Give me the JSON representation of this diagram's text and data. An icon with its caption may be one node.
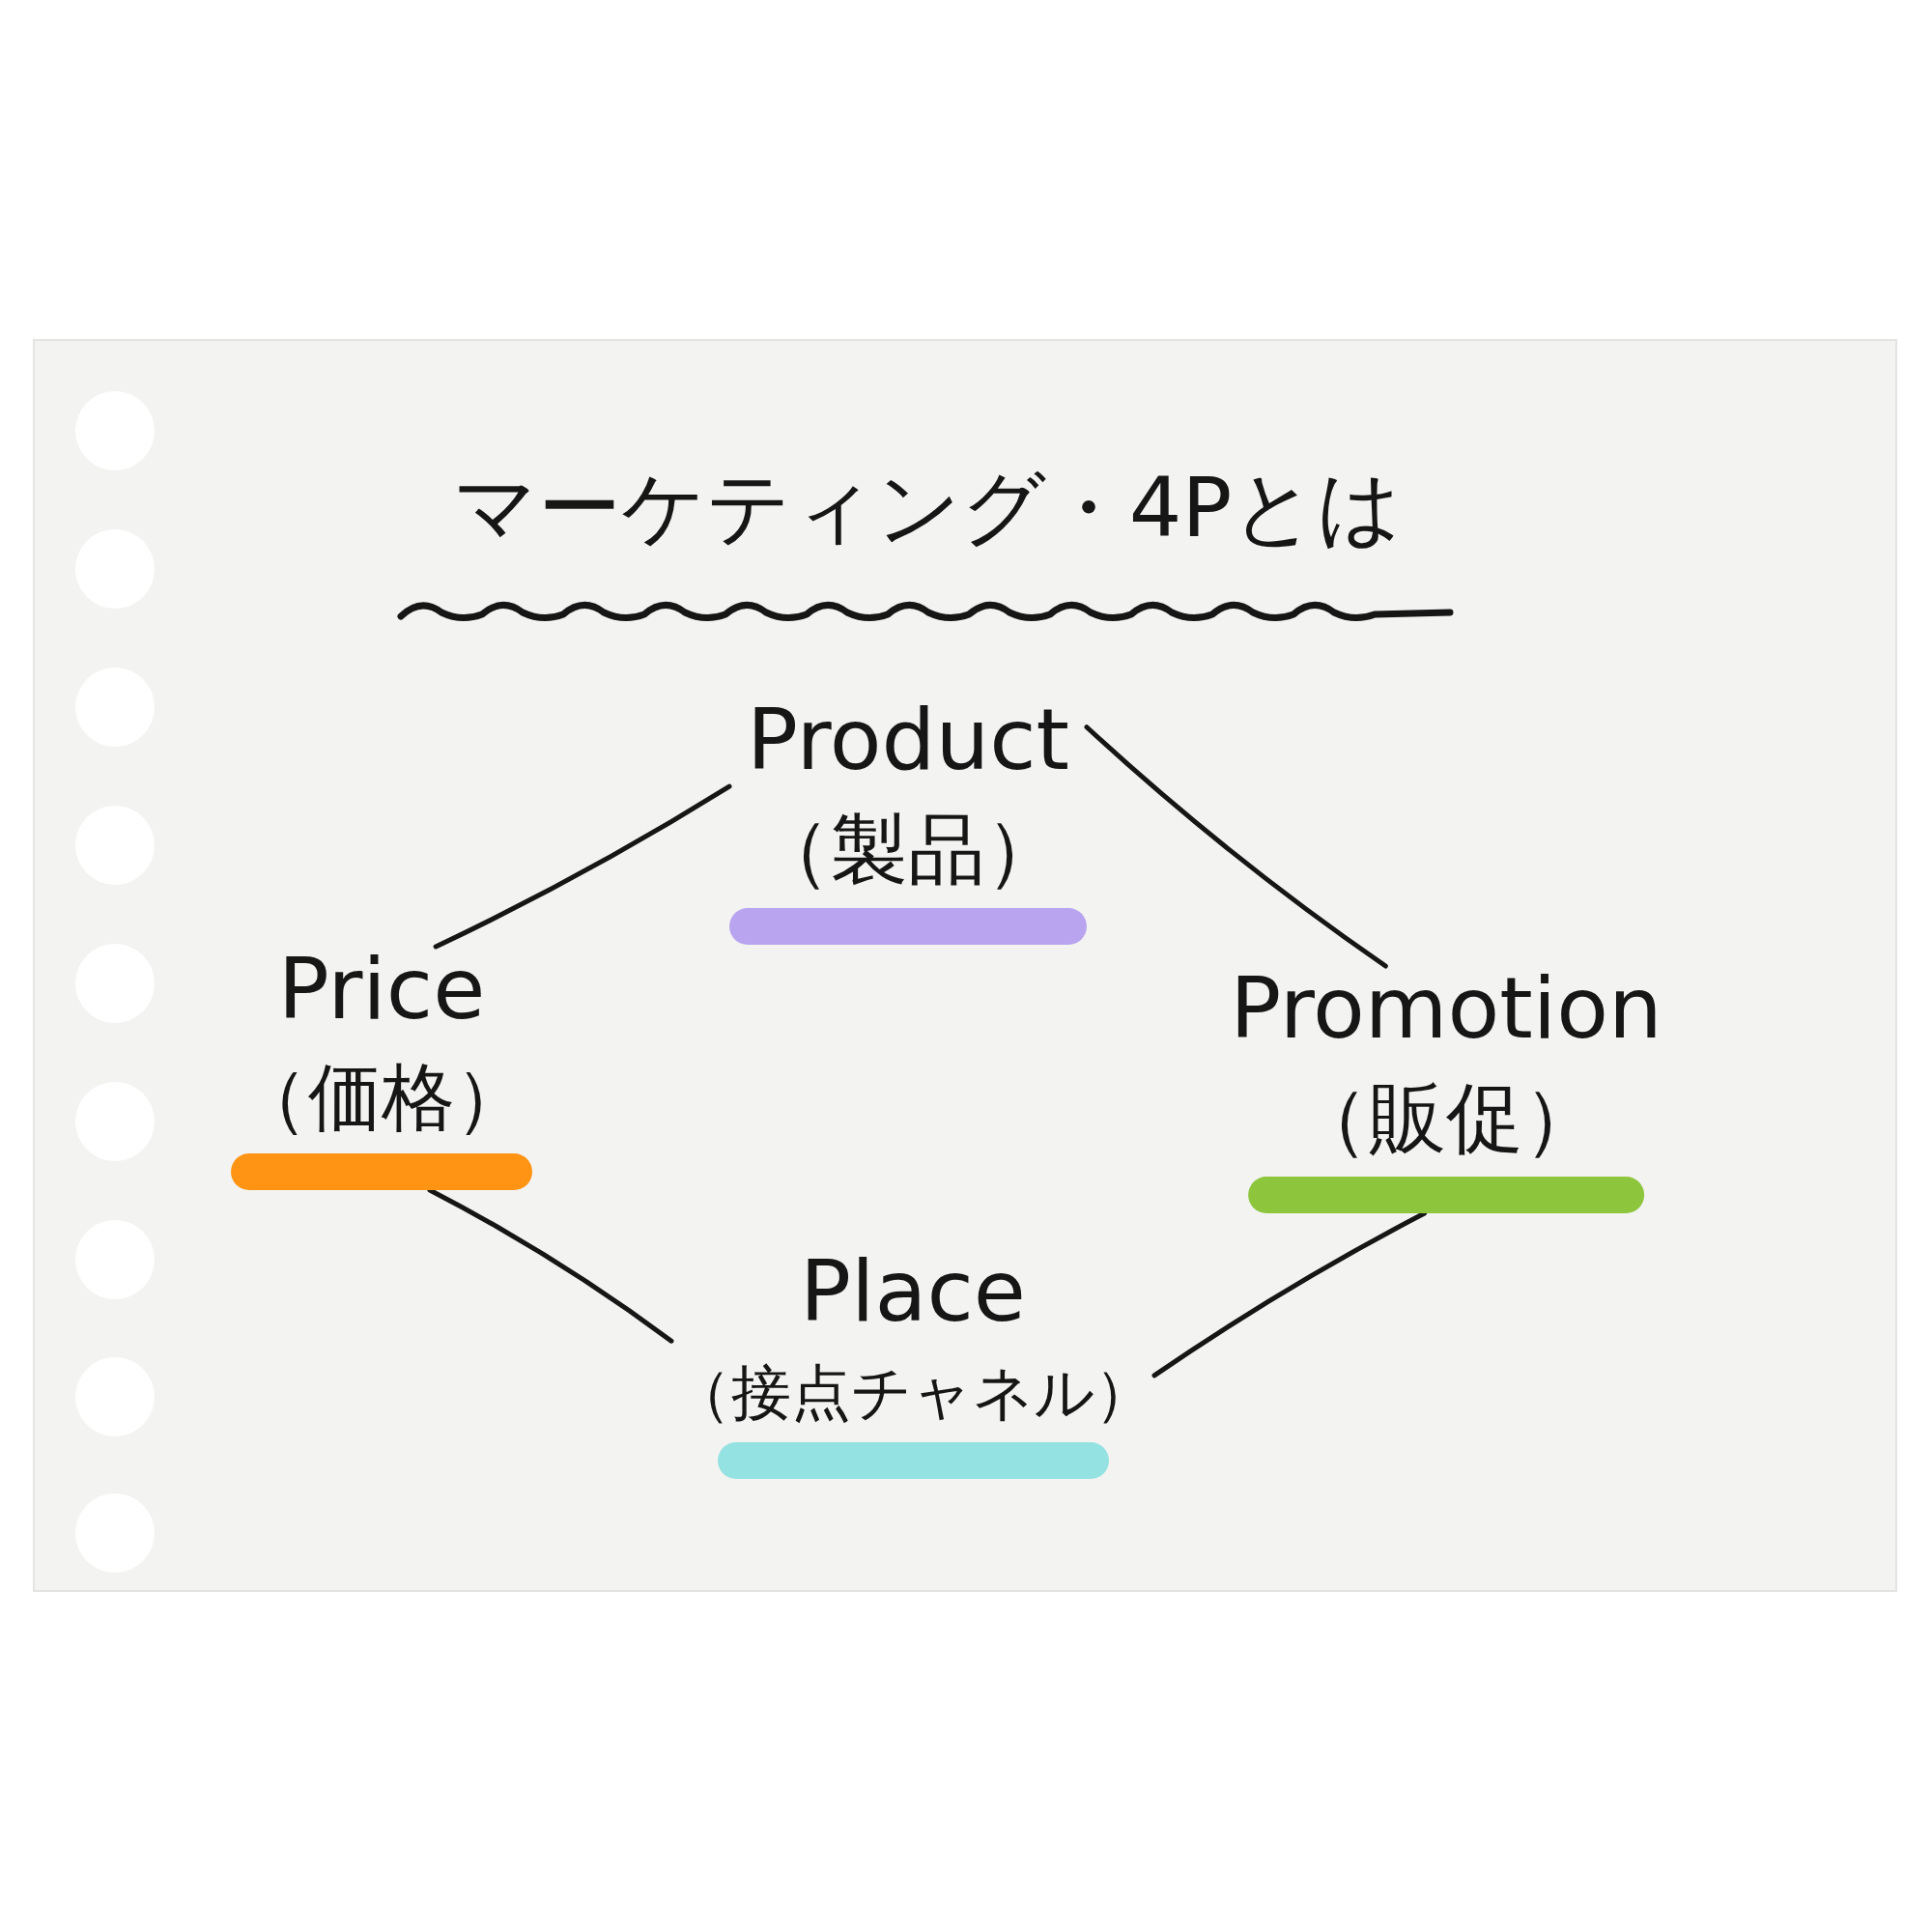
{
  "diagram": {
    "title": "マーケティング・4Pとは",
    "nodes": [
      {
        "text": [
          "Product",
          "（製品）"
        ]
      },
      {
        "text": [
          "Price",
          "（価格）"
        ]
      },
      {
        "text": [
          "Promotion",
          "（販促）"
        ]
      },
      {
        "text": [
          "Place",
          "（接点チャネル）"
        ]
      }
    ],
    "edges": [
      {
        "from": 1,
        "to": 0,
        "arrow": "none"
      },
      {
        "from": 0,
        "to": 2,
        "arrow": "none"
      },
      {
        "from": 1,
        "to": 3,
        "arrow": "none"
      },
      {
        "from": 2,
        "to": 3,
        "arrow": "none"
      }
    ]
  }
}
